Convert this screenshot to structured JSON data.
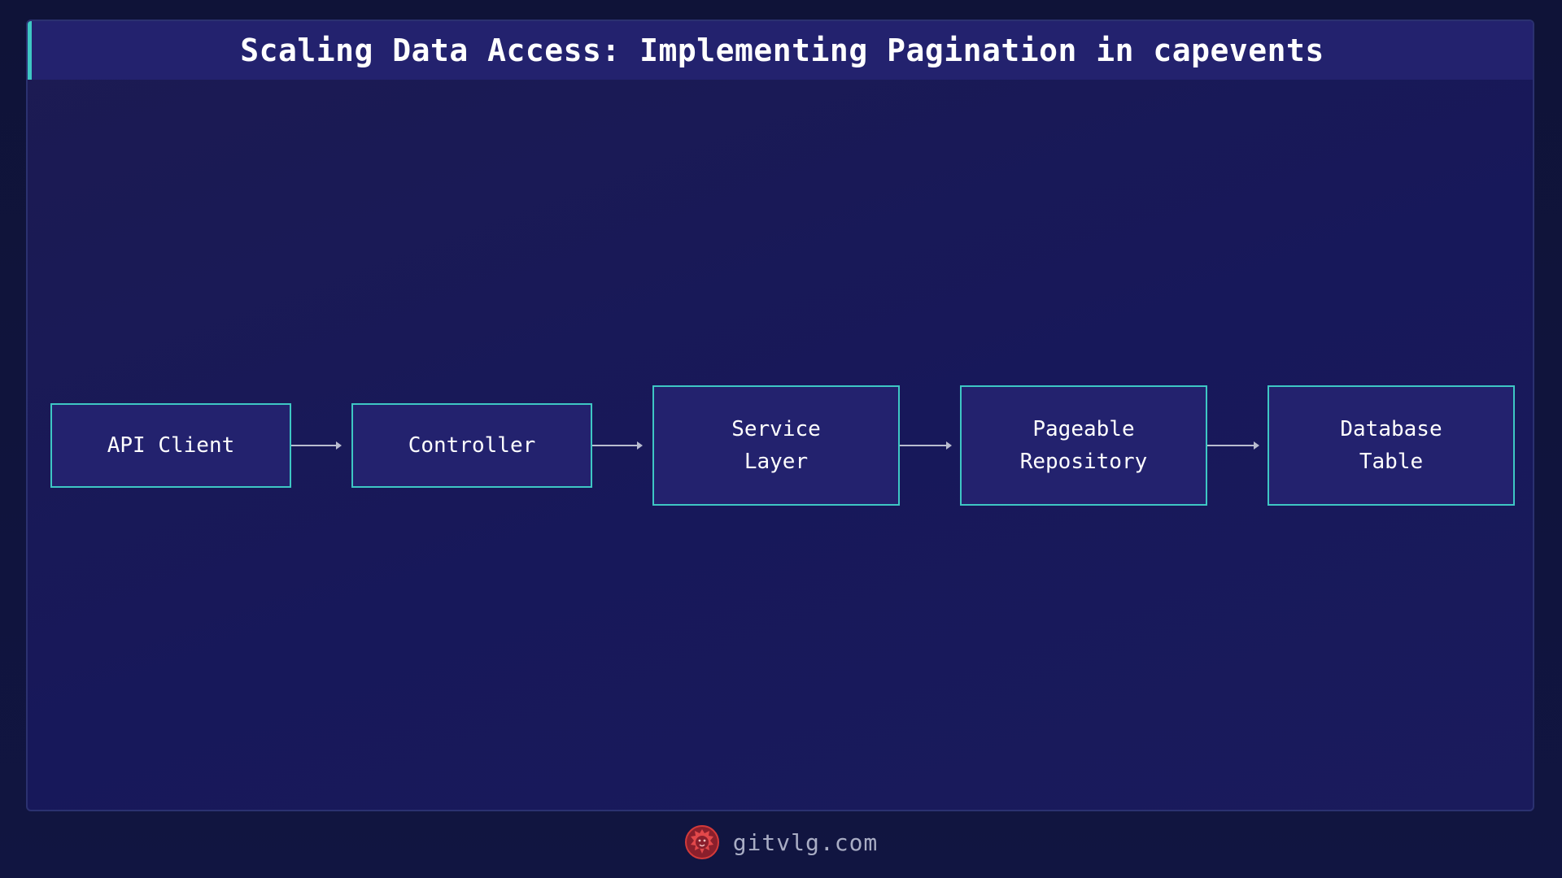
{
  "title": "Scaling Data Access: Implementing Pagination in capevents",
  "nodes": [
    {
      "label": "API Client"
    },
    {
      "label": "Controller"
    },
    {
      "label": "Service\nLayer"
    },
    {
      "label": "Pageable\nRepository"
    },
    {
      "label": "Database\nTable"
    }
  ],
  "edges": [
    {
      "from": "API Client",
      "to": "Controller"
    },
    {
      "from": "Controller",
      "to": "Service\nLayer"
    },
    {
      "from": "Service\nLayer",
      "to": "Pageable\nRepository"
    },
    {
      "from": "Pageable\nRepository",
      "to": "Database\nTable"
    }
  ],
  "footer": {
    "site": "gitvlg.com",
    "logo_icon": "lion-logo-icon"
  },
  "colors": {
    "accent": "#3ec7c4",
    "node_fill": "#23226e",
    "logo": "#d23a3a"
  }
}
